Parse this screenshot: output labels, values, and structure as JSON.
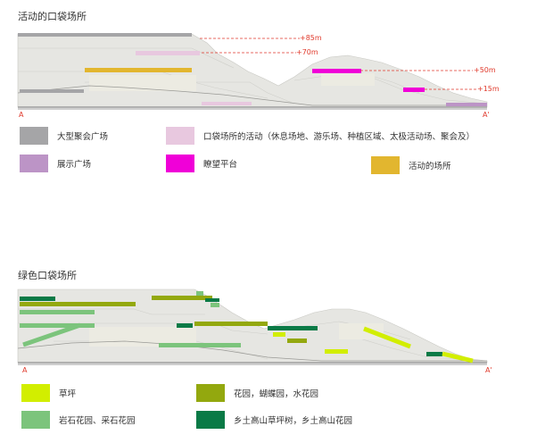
{
  "section1": {
    "title": "活动的口袋场所",
    "elevations": [
      "+85m",
      "+70m",
      "+50m",
      "+15m"
    ],
    "axis_start": "A",
    "axis_end": "A'",
    "legend": [
      {
        "label": "大型聚会广场",
        "color": "#a5a5a7"
      },
      {
        "label": "口袋场所的活动（休息场地、游乐场、种植区域、太极活动场、聚会及）",
        "color": "#e8c8df"
      },
      {
        "label": "展示广场",
        "color": "#bc94c6"
      },
      {
        "label": "瞭望平台",
        "color": "#f000d8"
      },
      {
        "label": "活动的场所",
        "color": "#e2b62f"
      }
    ]
  },
  "section2": {
    "title": "绿色口袋场所",
    "axis_start": "A",
    "axis_end": "A'",
    "legend": [
      {
        "label": "草坪",
        "color": "#d2ee00"
      },
      {
        "label": "花园，蝴蝶园，水花园",
        "color": "#93a80e"
      },
      {
        "label": "岩石花园、采石花园",
        "color": "#7cc47c"
      },
      {
        "label": "乡土高山草坪树，乡土高山花园",
        "color": "#0a7a46"
      }
    ]
  }
}
